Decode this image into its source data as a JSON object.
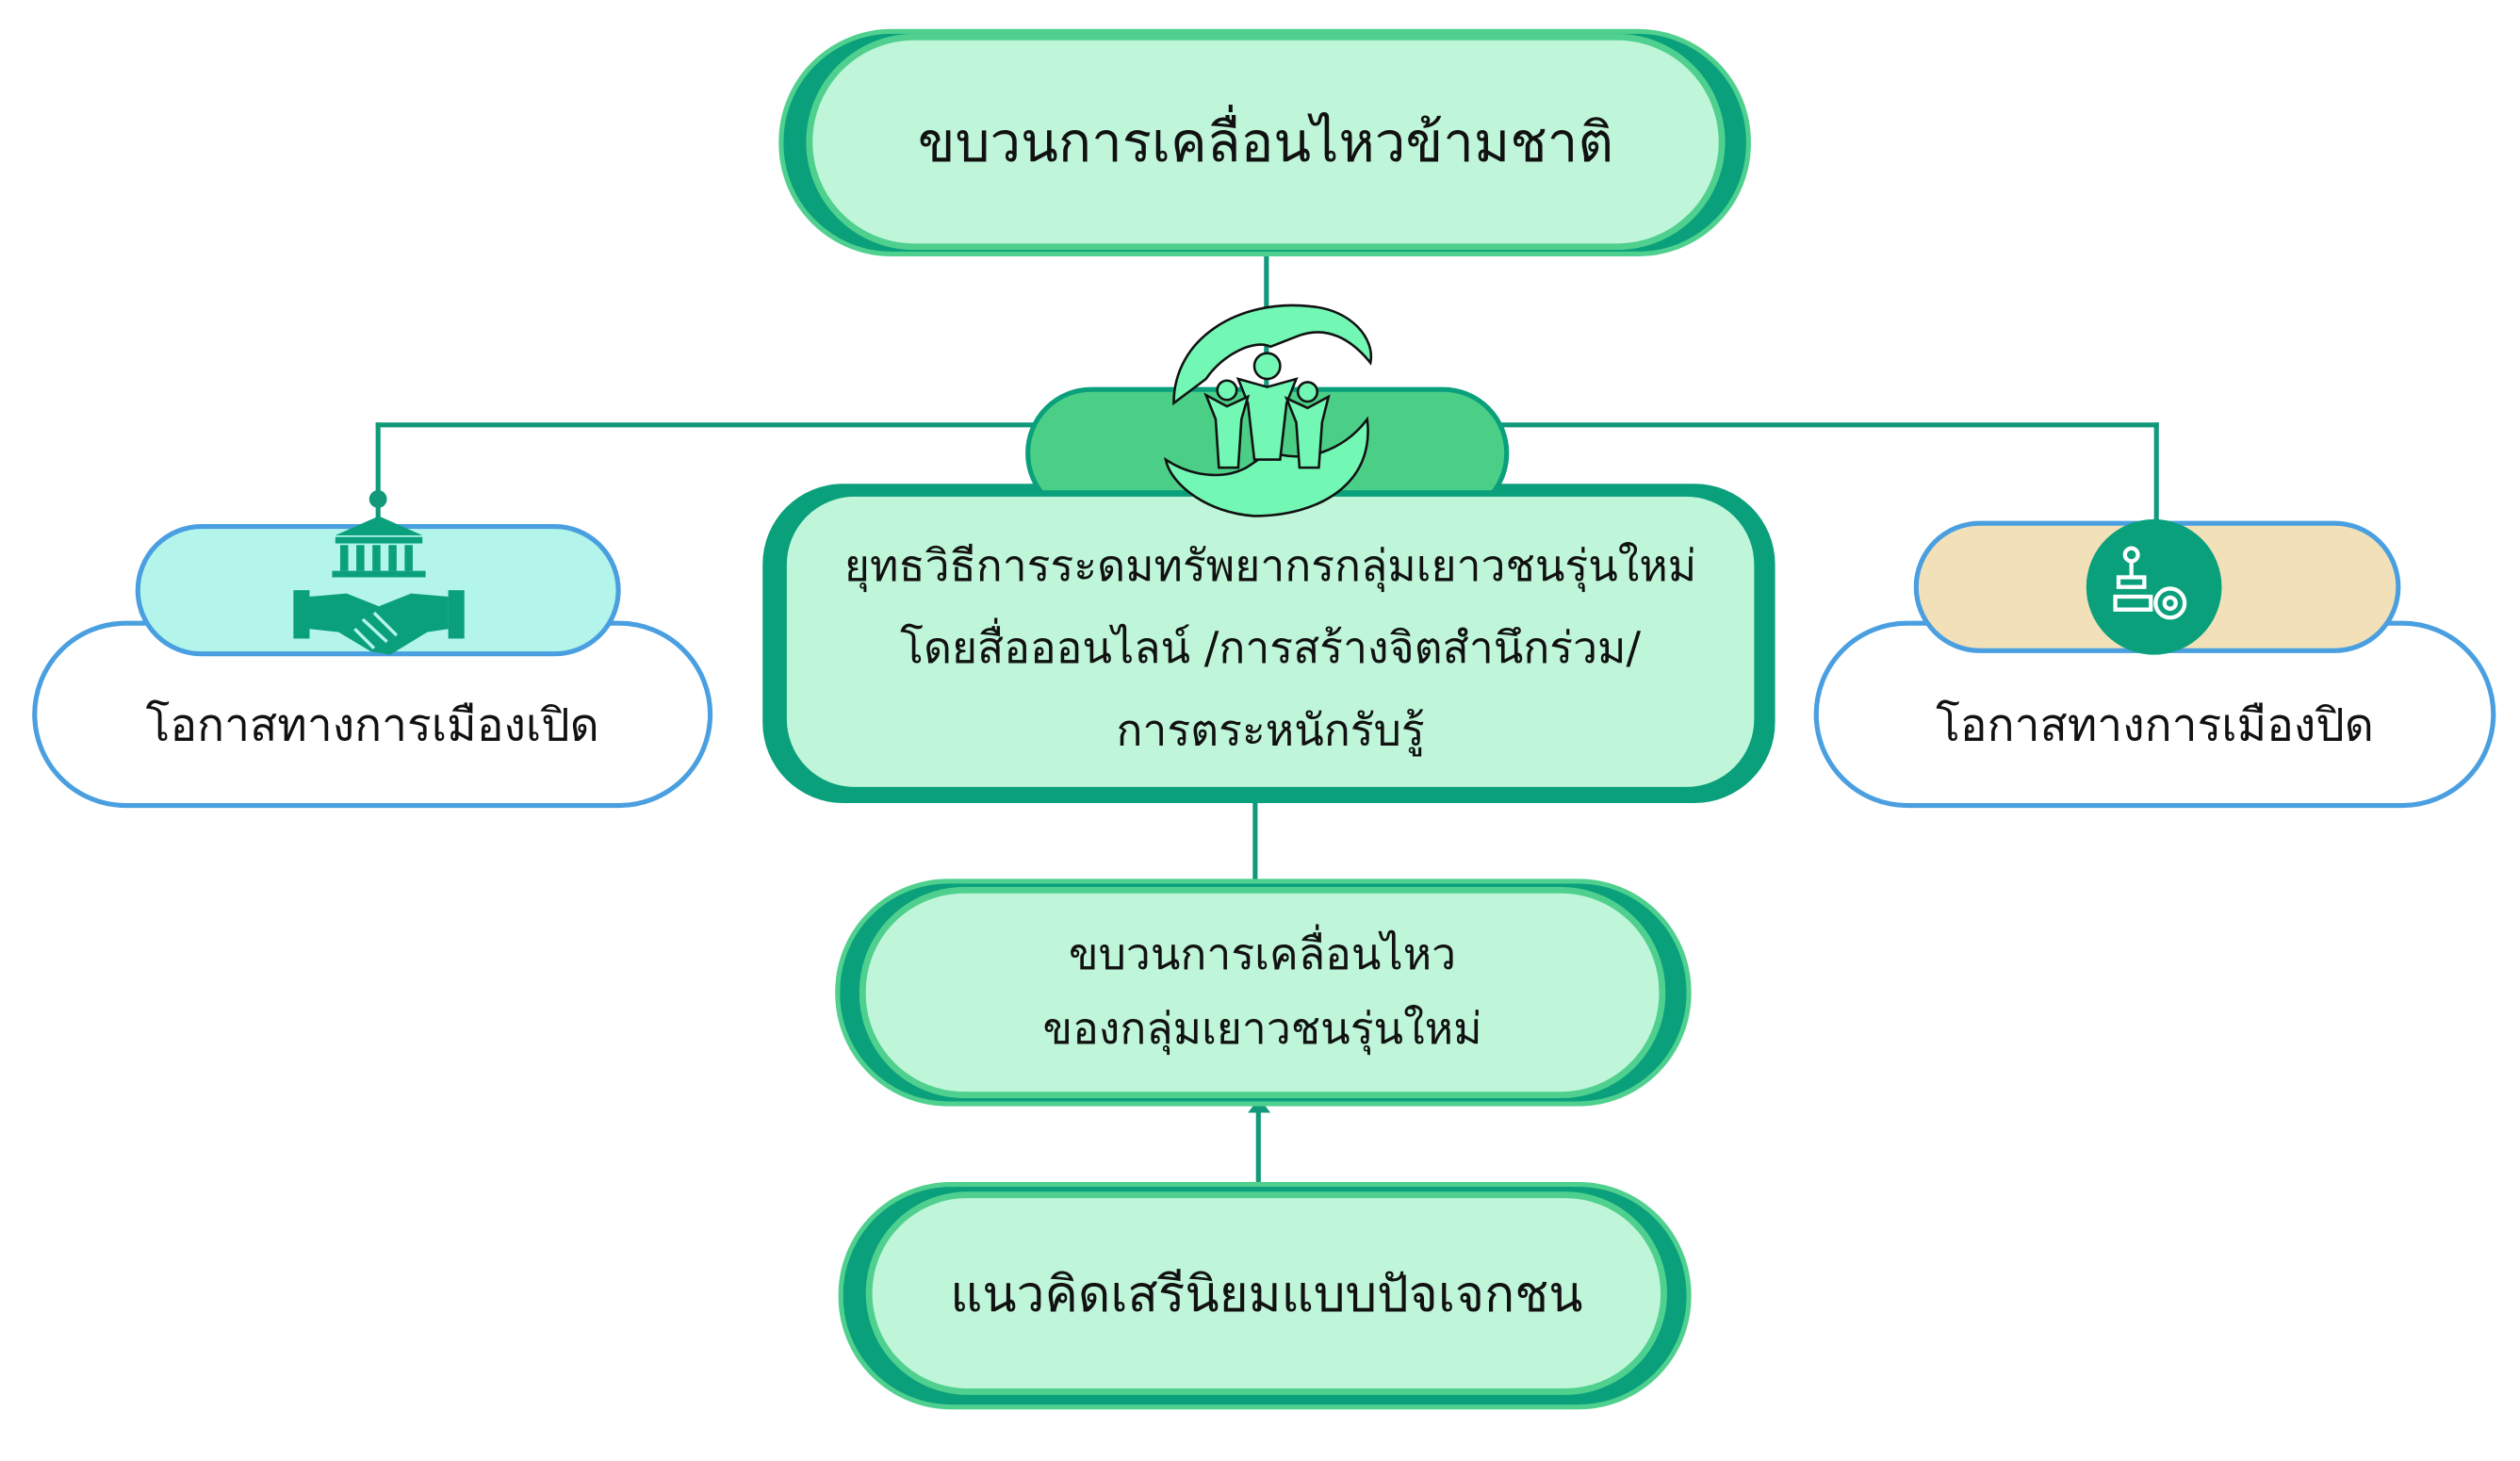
{
  "top_node": {
    "label": "ขบวนการเคลื่อนไหวข้ามชาติ"
  },
  "strategy_node": {
    "lines": [
      "ยุทธวิธีการระดมทรัพยากรกลุ่มเยาวชนรุ่นใหม่",
      "โดยสื่อออนไลน์ /การสร้างจิตสำนึกร่วม/",
      "การตระหนักรับรู้"
    ],
    "icon": "hands-protecting-family-icon"
  },
  "left_node": {
    "label": "โอกาสทางการเมืองเปิด",
    "icon": "handshake-government-icon"
  },
  "right_node": {
    "label": "โอกาสทางการเมืองปิด",
    "icon": "stamp-gear-icon"
  },
  "movement_node": {
    "lines": [
      "ขบวนการเคลื่อนไหว",
      "ของกลุ่มเยาวชนรุ่นใหม่"
    ]
  },
  "bottom_node": {
    "label": "แนวคิดเสรีนิยมแบบปัจเจกชน"
  },
  "colors": {
    "teal": "#0aa07c",
    "mint": "#bff5d8",
    "green": "#4bcf87",
    "cyan": "#b3f5ea",
    "beige": "#f2e0b8",
    "blue": "#4a9fe0"
  }
}
